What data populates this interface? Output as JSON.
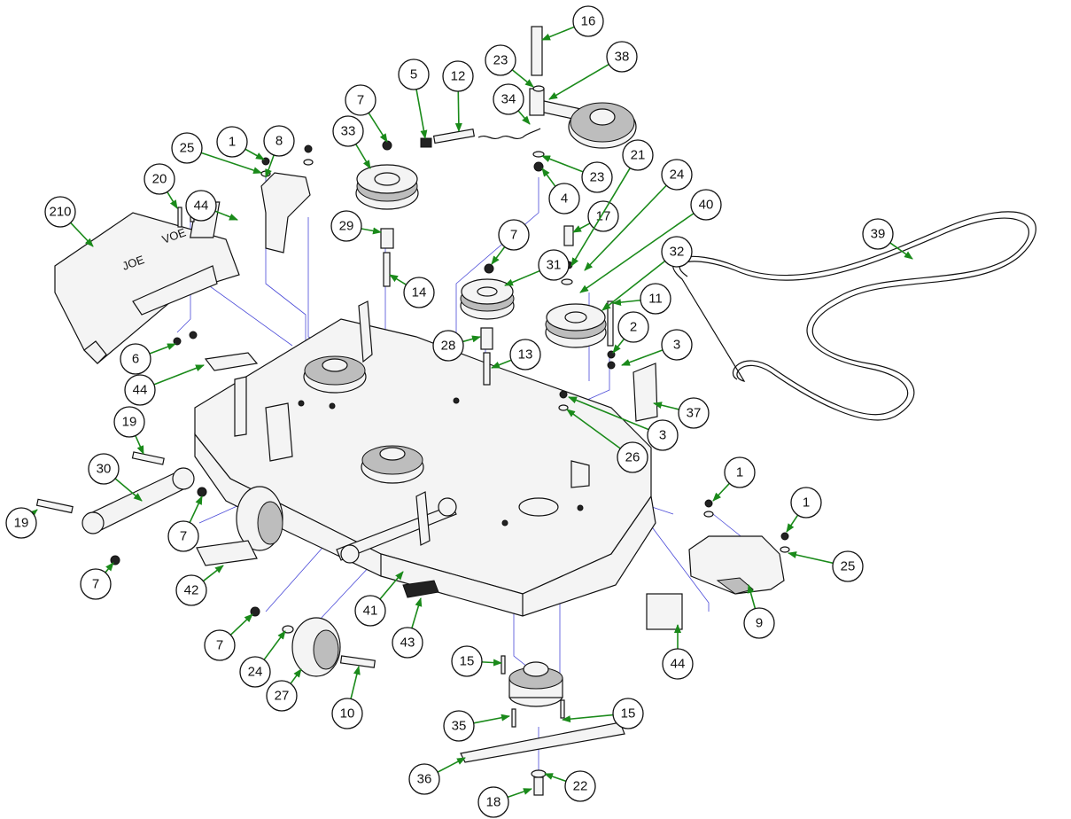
{
  "diagram": {
    "callouts": [
      "1",
      "2",
      "3",
      "4",
      "5",
      "6",
      "7",
      "8",
      "9",
      "10",
      "11",
      "12",
      "13",
      "14",
      "15",
      "16",
      "17",
      "18",
      "19",
      "20",
      "21",
      "22",
      "23",
      "24",
      "25",
      "26",
      "27",
      "28",
      "29",
      "30",
      "31",
      "32",
      "33",
      "34",
      "35",
      "36",
      "37",
      "38",
      "39",
      "40",
      "41",
      "42",
      "43",
      "44",
      "210"
    ],
    "colors": {
      "leader": "#1a8a1a",
      "guide": "#4a4ad8",
      "outline": "#111111"
    },
    "brand_marks": [
      "JOE",
      "VOE"
    ]
  }
}
